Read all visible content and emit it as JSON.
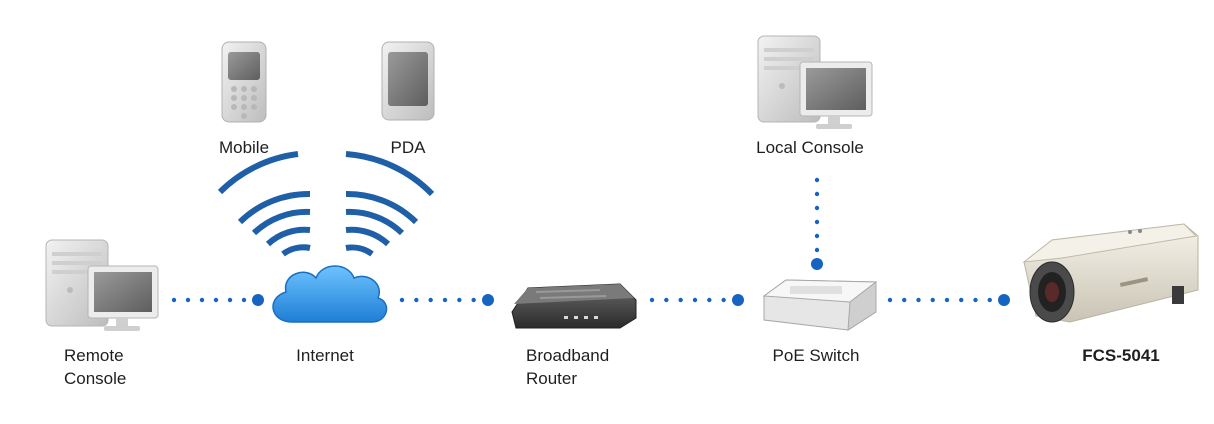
{
  "labels": {
    "mobile": "Mobile",
    "pda": "PDA",
    "local_console": "Local Console",
    "remote_console_line1": "Remote",
    "remote_console_line2": "Console",
    "internet": "Internet",
    "router_line1": "Broadband",
    "router_line2": "Router",
    "poe_switch": "PoE Switch",
    "camera_model": "FCS-5041"
  },
  "colors": {
    "connector": "#1565c0",
    "cloud": "#2a8fe0",
    "wifi": "#1e5fa8",
    "device_gray": "#dcdcdc",
    "router_dark": "#3a3a3a",
    "camera_body": "#e8e4d8"
  },
  "icons": {
    "remote_console": "desktop-computer-icon",
    "local_console": "desktop-computer-icon",
    "mobile": "mobile-phone-icon",
    "pda": "pda-icon",
    "internet": "cloud-icon",
    "router": "router-icon",
    "switch": "poe-switch-icon",
    "camera": "ip-camera-icon"
  }
}
